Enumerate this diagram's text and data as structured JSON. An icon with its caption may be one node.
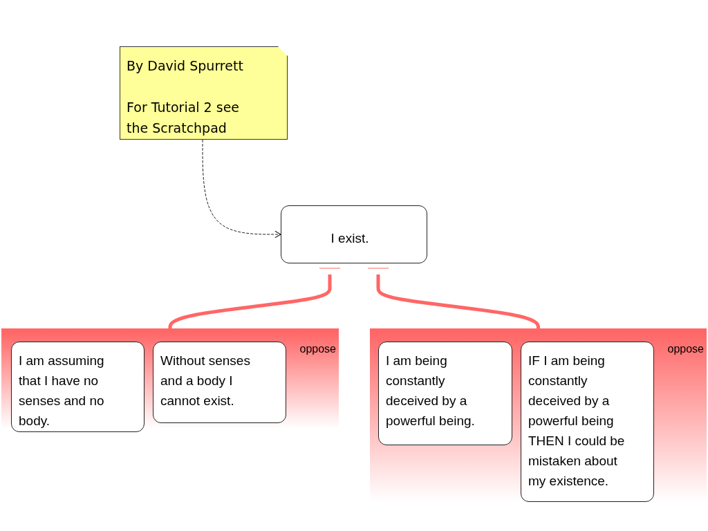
{
  "diagram": {
    "nodes": [
      {
        "text": [
          "By David Spurrett",
          "For Tutorial 2 see the Scratchpad"
        ]
      },
      {
        "text": [
          "I exist."
        ]
      },
      {
        "text": [
          "oppose"
        ]
      },
      {
        "text": [
          "I am assuming that I have no senses and no body."
        ],
        "in": 2
      },
      {
        "text": [
          "Without senses and a body I cannot exist."
        ],
        "in": 2
      },
      {
        "text": [
          "oppose"
        ]
      },
      {
        "text": [
          "I am being constantly deceived by a powerful being."
        ],
        "in": 5
      },
      {
        "text": [
          "IF I am being constantly deceived by a powerful being THEN I could be mistaken about my existence."
        ],
        "in": 5
      }
    ],
    "edges": [
      {
        "from": 0,
        "to": 1,
        "arrow": "to",
        "style": "dashed",
        "color": "#222222"
      },
      {
        "from": 2,
        "to": 1,
        "arrow": "other"
      },
      {
        "from": 5,
        "to": 1,
        "arrow": "other"
      }
    ]
  }
}
